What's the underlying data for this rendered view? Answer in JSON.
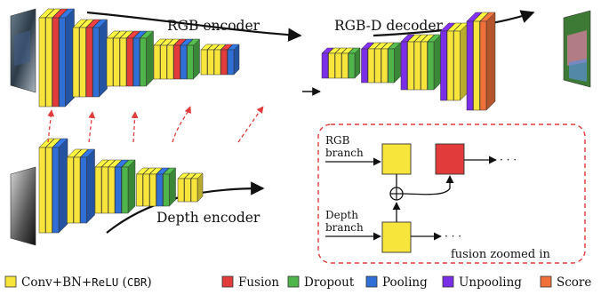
{
  "labels": {
    "rgb_encoder": "RGB encoder",
    "rgbd_decoder": "RGB-D decoder",
    "depth_encoder": "Depth encoder",
    "zoom": {
      "rgb_branch_line1": "RGB",
      "rgb_branch_line2": "branch",
      "depth_branch_line1": "Depth",
      "depth_branch_line2": "branch",
      "ellipsis": "· · ·",
      "caption": "fusion zoomed in"
    }
  },
  "legend": [
    {
      "key": "cbr",
      "text_before": "Conv+BN+",
      "mono1": "ReLU",
      "text_mid": " (",
      "mono2": "CBR",
      "text_after": ")",
      "color": "#f7e53b"
    },
    {
      "key": "fusion",
      "text": "Fusion",
      "color": "#e23b3b"
    },
    {
      "key": "dropout",
      "text": "Dropout",
      "color": "#4fb44a"
    },
    {
      "key": "pooling",
      "text": "Pooling",
      "color": "#2f6fd6"
    },
    {
      "key": "unpooling",
      "text": "Unpooling",
      "color": "#7a2ee6"
    },
    {
      "key": "score",
      "text": "Score",
      "color": "#f0703a"
    }
  ],
  "colors": {
    "cbr": "#f7e53b",
    "fusion": "#e23b3b",
    "dropout": "#4fb44a",
    "pooling": "#2f6fd6",
    "unpooling": "#7a2ee6",
    "score": "#f0703a",
    "dashed_red": "#e23b3b"
  },
  "networks": {
    "rgb_encoder_blocks": [
      [
        "cbr",
        "cbr",
        "fusion",
        "pooling"
      ],
      [
        "cbr",
        "cbr",
        "fusion",
        "pooling"
      ],
      [
        "cbr",
        "cbr",
        "cbr",
        "fusion",
        "pooling",
        "dropout"
      ],
      [
        "cbr",
        "cbr",
        "cbr",
        "fusion",
        "pooling",
        "dropout"
      ],
      [
        "cbr",
        "cbr",
        "cbr",
        "fusion",
        "pooling"
      ]
    ],
    "decoder_blocks": [
      [
        "unpooling",
        "cbr",
        "cbr",
        "cbr",
        "dropout"
      ],
      [
        "unpooling",
        "cbr",
        "cbr",
        "cbr",
        "dropout"
      ],
      [
        "unpooling",
        "cbr",
        "cbr",
        "cbr",
        "dropout"
      ],
      [
        "unpooling",
        "cbr",
        "cbr"
      ],
      [
        "unpooling",
        "cbr",
        "score"
      ]
    ],
    "depth_encoder_blocks": [
      [
        "cbr",
        "cbr",
        "pooling"
      ],
      [
        "cbr",
        "cbr",
        "pooling"
      ],
      [
        "cbr",
        "cbr",
        "cbr",
        "pooling",
        "dropout"
      ],
      [
        "cbr",
        "cbr",
        "cbr",
        "pooling",
        "dropout"
      ],
      [
        "cbr",
        "cbr",
        "cbr"
      ]
    ]
  }
}
